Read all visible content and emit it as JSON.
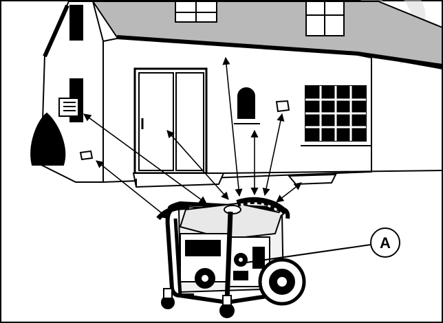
{
  "figure": {
    "callout_label": "A",
    "watermark_text": "Rep",
    "colors": {
      "line": "#000000",
      "roof": "#b9b9b9",
      "background": "#ffffff",
      "watermark": "#d8d8d8"
    }
  },
  "elements": {
    "house": "house-illustration",
    "generator": "portable-generator-illustration",
    "arrows": "exhaust-airflow-arrows",
    "callout": "callout-a"
  }
}
